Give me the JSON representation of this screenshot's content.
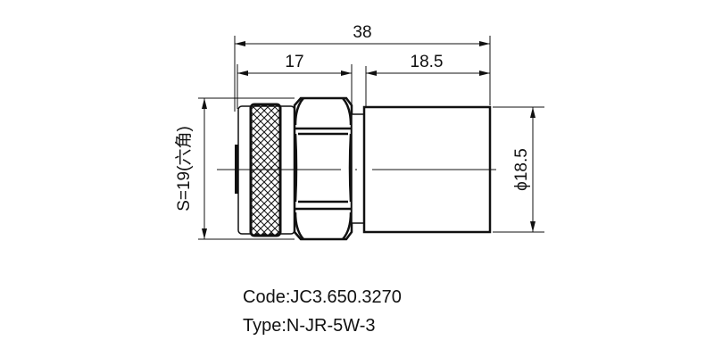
{
  "drawing": {
    "title": "N-type connector dimensional drawing",
    "dimensions": {
      "overall_length": "38",
      "front_length": "17",
      "rear_length": "18.5",
      "hex_size": "S=19(六角)",
      "body_diameter": "ϕ18.5"
    },
    "colors": {
      "line": "#111111",
      "background": "#ffffff"
    }
  },
  "caption": {
    "code": "Code:JC3.650.3270",
    "type": "Type:N-JR-5W-3"
  }
}
